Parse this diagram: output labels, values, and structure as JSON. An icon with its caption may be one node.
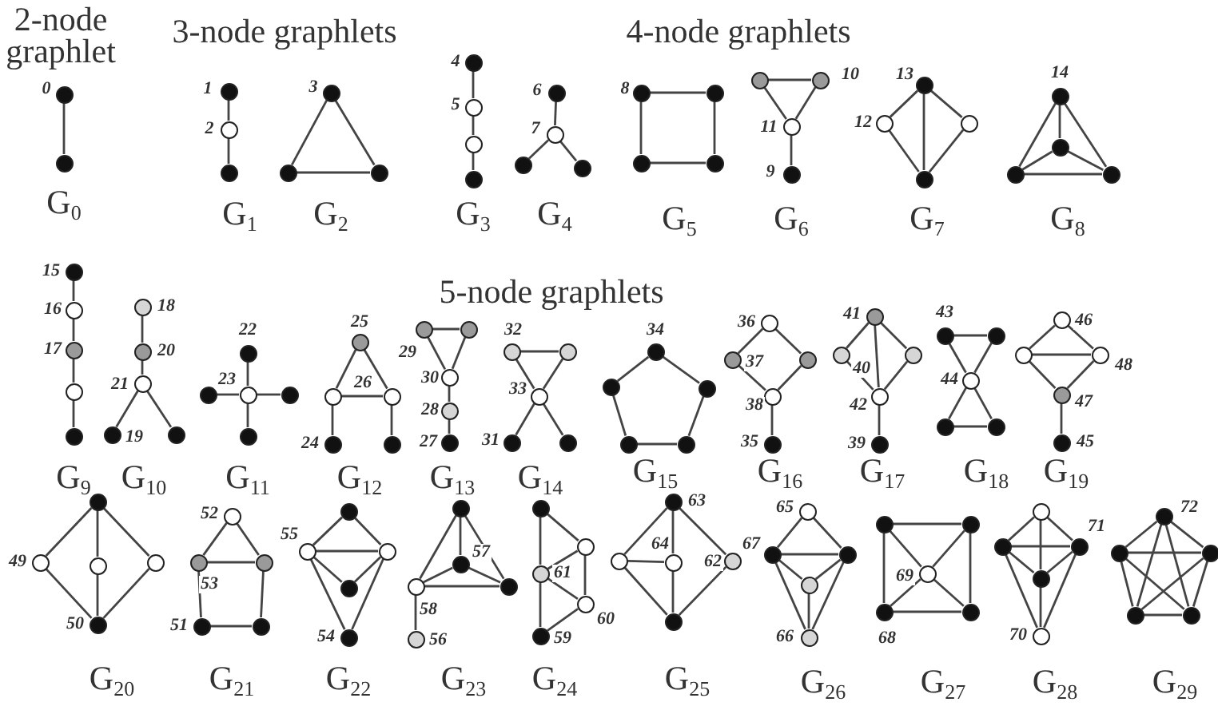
{
  "diagram": {
    "nodes": [
      {
        "text": [],
        "shape": "circle",
        "beside": [
          "0"
        ]
      },
      {
        "text": [],
        "shape": "circle"
      },
      {
        "text": [],
        "shape": "circle",
        "beside": [
          "1"
        ]
      },
      {
        "text": [],
        "shape": "circle",
        "beside": [
          "2"
        ]
      },
      {
        "text": [],
        "shape": "circle"
      },
      {
        "text": [],
        "shape": "circle",
        "beside": [
          "3"
        ]
      },
      {
        "text": [],
        "shape": "circle"
      },
      {
        "text": [],
        "shape": "circle"
      },
      {
        "text": [],
        "shape": "circle",
        "beside": [
          "4"
        ]
      },
      {
        "text": [],
        "shape": "circle",
        "beside": [
          "5"
        ]
      },
      {
        "text": [],
        "shape": "circle"
      },
      {
        "text": [],
        "shape": "circle"
      },
      {
        "text": [],
        "shape": "circle",
        "beside": [
          "6"
        ]
      },
      {
        "text": [],
        "shape": "circle",
        "beside": [
          "7"
        ]
      },
      {
        "text": [],
        "shape": "circle"
      },
      {
        "text": [],
        "shape": "circle"
      },
      {
        "text": [],
        "shape": "circle",
        "beside": [
          "8"
        ]
      },
      {
        "text": [],
        "shape": "circle"
      },
      {
        "text": [],
        "shape": "circle"
      },
      {
        "text": [],
        "shape": "circle"
      },
      {
        "text": [],
        "shape": "circle"
      },
      {
        "text": [],
        "shape": "circle",
        "beside": [
          "10"
        ]
      },
      {
        "text": [],
        "shape": "circle",
        "beside": [
          "11"
        ]
      },
      {
        "text": [],
        "shape": "circle",
        "beside": [
          "9"
        ]
      },
      {
        "text": [],
        "shape": "circle",
        "beside": [
          "13"
        ]
      },
      {
        "text": [],
        "shape": "circle",
        "beside": [
          "12"
        ]
      },
      {
        "text": [],
        "shape": "circle"
      },
      {
        "text": [],
        "shape": "circle"
      },
      {
        "text": [],
        "shape": "circle",
        "beside": [
          "14"
        ]
      },
      {
        "text": [],
        "shape": "circle"
      },
      {
        "text": [],
        "shape": "circle"
      },
      {
        "text": [],
        "shape": "circle"
      },
      {
        "text": [],
        "shape": "circle",
        "beside": [
          "15"
        ]
      },
      {
        "text": [],
        "shape": "circle",
        "beside": [
          "16"
        ]
      },
      {
        "text": [],
        "shape": "circle",
        "beside": [
          "17"
        ]
      },
      {
        "text": [],
        "shape": "circle"
      },
      {
        "text": [],
        "shape": "circle"
      },
      {
        "text": [],
        "shape": "circle",
        "beside": [
          "18"
        ]
      },
      {
        "text": [],
        "shape": "circle",
        "beside": [
          "20"
        ]
      },
      {
        "text": [],
        "shape": "circle",
        "beside": [
          "21"
        ]
      },
      {
        "text": [],
        "shape": "circle",
        "beside": [
          "19"
        ]
      },
      {
        "text": [],
        "shape": "circle"
      },
      {
        "text": [],
        "shape": "circle",
        "beside": [
          "22"
        ]
      },
      {
        "text": [],
        "shape": "circle",
        "beside": [
          "23"
        ]
      },
      {
        "text": [],
        "shape": "circle"
      },
      {
        "text": [],
        "shape": "circle"
      },
      {
        "text": [],
        "shape": "circle"
      },
      {
        "text": [],
        "shape": "circle",
        "beside": [
          "25"
        ]
      },
      {
        "text": [],
        "shape": "circle",
        "beside": [
          "26"
        ]
      },
      {
        "text": [],
        "shape": "circle"
      },
      {
        "text": [],
        "shape": "circle",
        "beside": [
          "24"
        ]
      },
      {
        "text": [],
        "shape": "circle"
      },
      {
        "text": [],
        "shape": "circle",
        "beside": [
          "29"
        ]
      },
      {
        "text": [],
        "shape": "circle"
      },
      {
        "text": [],
        "shape": "circle",
        "beside": [
          "30"
        ]
      },
      {
        "text": [],
        "shape": "circle",
        "beside": [
          "28"
        ]
      },
      {
        "text": [],
        "shape": "circle",
        "beside": [
          "27"
        ]
      },
      {
        "text": [],
        "shape": "circle",
        "beside": [
          "32"
        ]
      },
      {
        "text": [],
        "shape": "circle"
      },
      {
        "text": [],
        "shape": "circle",
        "beside": [
          "33"
        ]
      },
      {
        "text": [],
        "shape": "circle",
        "beside": [
          "31"
        ]
      },
      {
        "text": [],
        "shape": "circle"
      },
      {
        "text": [],
        "shape": "circle",
        "beside": [
          "34"
        ]
      },
      {
        "text": [],
        "shape": "circle"
      },
      {
        "text": [],
        "shape": "circle"
      },
      {
        "text": [],
        "shape": "circle"
      },
      {
        "text": [],
        "shape": "circle"
      },
      {
        "text": [],
        "shape": "circle",
        "beside": [
          "36"
        ]
      },
      {
        "text": [],
        "shape": "circle",
        "beside": [
          "37"
        ]
      },
      {
        "text": [],
        "shape": "circle"
      },
      {
        "text": [],
        "shape": "circle",
        "beside": [
          "38"
        ]
      },
      {
        "text": [],
        "shape": "circle",
        "beside": [
          "35"
        ]
      },
      {
        "text": [],
        "shape": "circle",
        "beside": [
          "41"
        ]
      },
      {
        "text": [],
        "shape": "circle",
        "beside": [
          "40"
        ]
      },
      {
        "text": [],
        "shape": "circle"
      },
      {
        "text": [],
        "shape": "circle",
        "beside": [
          "42"
        ]
      },
      {
        "text": [],
        "shape": "circle",
        "beside": [
          "39"
        ]
      },
      {
        "text": [],
        "shape": "circle",
        "beside": [
          "43"
        ]
      },
      {
        "text": [],
        "shape": "circle"
      },
      {
        "text": [],
        "shape": "circle",
        "beside": [
          "44"
        ]
      },
      {
        "text": [],
        "shape": "circle"
      },
      {
        "text": [],
        "shape": "circle"
      },
      {
        "text": [],
        "shape": "circle",
        "beside": [
          "46"
        ]
      },
      {
        "text": [],
        "shape": "circle"
      },
      {
        "text": [],
        "shape": "circle",
        "beside": [
          "48"
        ]
      },
      {
        "text": [],
        "shape": "circle",
        "beside": [
          "47"
        ]
      },
      {
        "text": [],
        "shape": "circle",
        "beside": [
          "45"
        ]
      },
      {
        "text": [],
        "shape": "circle"
      },
      {
        "text": [],
        "shape": "circle",
        "beside": [
          "49"
        ]
      },
      {
        "text": [],
        "shape": "circle"
      },
      {
        "text": [],
        "shape": "circle"
      },
      {
        "text": [],
        "shape": "circle",
        "beside": [
          "50"
        ]
      },
      {
        "text": [],
        "shape": "circle",
        "beside": [
          "52"
        ]
      },
      {
        "text": [],
        "shape": "circle",
        "beside": [
          "53"
        ]
      },
      {
        "text": [],
        "shape": "circle"
      },
      {
        "text": [],
        "shape": "circle",
        "beside": [
          "51"
        ]
      },
      {
        "text": [],
        "shape": "circle"
      },
      {
        "text": [],
        "shape": "circle"
      },
      {
        "text": [],
        "shape": "circle",
        "beside": [
          "55"
        ]
      },
      {
        "text": [],
        "shape": "circle"
      },
      {
        "text": [],
        "shape": "circle"
      },
      {
        "text": [],
        "shape": "circle",
        "beside": [
          "54"
        ]
      },
      {
        "text": [],
        "shape": "circle"
      },
      {
        "text": [],
        "shape": "circle",
        "beside": [
          "57"
        ]
      },
      {
        "text": [],
        "shape": "circle",
        "beside": [
          "58"
        ]
      },
      {
        "text": [],
        "shape": "circle"
      },
      {
        "text": [],
        "shape": "circle",
        "beside": [
          "56"
        ]
      },
      {
        "text": [],
        "shape": "circle"
      },
      {
        "text": [],
        "shape": "circle"
      },
      {
        "text": [],
        "shape": "circle",
        "beside": [
          "61"
        ]
      },
      {
        "text": [],
        "shape": "circle",
        "beside": [
          "60"
        ]
      },
      {
        "text": [],
        "shape": "circle",
        "beside": [
          "59"
        ]
      },
      {
        "text": [],
        "shape": "circle",
        "beside": [
          "63"
        ]
      },
      {
        "text": [],
        "shape": "circle"
      },
      {
        "text": [],
        "shape": "circle",
        "beside": [
          "64"
        ]
      },
      {
        "text": [],
        "shape": "circle",
        "beside": [
          "62"
        ]
      },
      {
        "text": [],
        "shape": "circle"
      },
      {
        "text": [],
        "shape": "circle",
        "beside": [
          "65"
        ]
      },
      {
        "text": [],
        "shape": "circle",
        "beside": [
          "67"
        ]
      },
      {
        "text": [],
        "shape": "circle"
      },
      {
        "text": [],
        "shape": "circle"
      },
      {
        "text": [],
        "shape": "circle",
        "beside": [
          "66"
        ]
      },
      {
        "text": [],
        "shape": "circle"
      },
      {
        "text": [],
        "shape": "circle"
      },
      {
        "text": [],
        "shape": "circle",
        "beside": [
          "69"
        ]
      },
      {
        "text": [],
        "shape": "circle",
        "beside": [
          "68"
        ]
      },
      {
        "text": [],
        "shape": "circle"
      },
      {
        "text": [],
        "shape": "circle"
      },
      {
        "text": [],
        "shape": "circle"
      },
      {
        "text": [],
        "shape": "circle",
        "beside": [
          "71"
        ]
      },
      {
        "text": [],
        "shape": "circle"
      },
      {
        "text": [],
        "shape": "circle",
        "beside": [
          "70"
        ]
      },
      {
        "text": [],
        "shape": "circle",
        "beside": [
          "72"
        ]
      },
      {
        "text": [],
        "shape": "circle"
      },
      {
        "text": [],
        "shape": "circle"
      },
      {
        "text": [],
        "shape": "circle"
      },
      {
        "text": [],
        "shape": "circle"
      }
    ],
    "edges": [
      {
        "from": 0,
        "to": 1,
        "arrow": "none"
      },
      {
        "from": 2,
        "to": 3,
        "arrow": "none"
      },
      {
        "from": 3,
        "to": 4,
        "arrow": "none"
      },
      {
        "from": 5,
        "to": 6,
        "arrow": "none"
      },
      {
        "from": 6,
        "to": 7,
        "arrow": "none"
      },
      {
        "from": 7,
        "to": 5,
        "arrow": "none"
      },
      {
        "from": 8,
        "to": 9,
        "arrow": "none"
      },
      {
        "from": 9,
        "to": 10,
        "arrow": "none"
      },
      {
        "from": 10,
        "to": 11,
        "arrow": "none"
      },
      {
        "from": 13,
        "to": 12,
        "arrow": "none"
      },
      {
        "from": 13,
        "to": 14,
        "arrow": "none"
      },
      {
        "from": 13,
        "to": 15,
        "arrow": "none"
      },
      {
        "from": 16,
        "to": 17,
        "arrow": "none"
      },
      {
        "from": 17,
        "to": 19,
        "arrow": "none"
      },
      {
        "from": 19,
        "to": 18,
        "arrow": "none"
      },
      {
        "from": 18,
        "to": 16,
        "arrow": "none"
      },
      {
        "from": 20,
        "to": 21,
        "arrow": "none"
      },
      {
        "from": 20,
        "to": 22,
        "arrow": "none"
      },
      {
        "from": 21,
        "to": 22,
        "arrow": "none"
      },
      {
        "from": 22,
        "to": 23,
        "arrow": "none"
      },
      {
        "from": 24,
        "to": 25,
        "arrow": "none"
      },
      {
        "from": 24,
        "to": 26,
        "arrow": "none"
      },
      {
        "from": 24,
        "to": 27,
        "arrow": "none"
      },
      {
        "from": 25,
        "to": 27,
        "arrow": "none"
      },
      {
        "from": 26,
        "to": 27,
        "arrow": "none"
      },
      {
        "from": 28,
        "to": 29,
        "arrow": "none"
      },
      {
        "from": 28,
        "to": 30,
        "arrow": "none"
      },
      {
        "from": 28,
        "to": 31,
        "arrow": "none"
      },
      {
        "from": 29,
        "to": 30,
        "arrow": "none"
      },
      {
        "from": 29,
        "to": 31,
        "arrow": "none"
      },
      {
        "from": 30,
        "to": 31,
        "arrow": "none"
      },
      {
        "from": 32,
        "to": 33,
        "arrow": "none"
      },
      {
        "from": 33,
        "to": 34,
        "arrow": "none"
      },
      {
        "from": 34,
        "to": 35,
        "arrow": "none"
      },
      {
        "from": 35,
        "to": 36,
        "arrow": "none"
      },
      {
        "from": 37,
        "to": 38,
        "arrow": "none"
      },
      {
        "from": 38,
        "to": 39,
        "arrow": "none"
      },
      {
        "from": 39,
        "to": 40,
        "arrow": "none"
      },
      {
        "from": 39,
        "to": 41,
        "arrow": "none"
      },
      {
        "from": 43,
        "to": 42,
        "arrow": "none"
      },
      {
        "from": 43,
        "to": 44,
        "arrow": "none"
      },
      {
        "from": 43,
        "to": 45,
        "arrow": "none"
      },
      {
        "from": 43,
        "to": 46,
        "arrow": "none"
      },
      {
        "from": 47,
        "to": 48,
        "arrow": "none"
      },
      {
        "from": 47,
        "to": 49,
        "arrow": "none"
      },
      {
        "from": 48,
        "to": 49,
        "arrow": "none"
      },
      {
        "from": 48,
        "to": 50,
        "arrow": "none"
      },
      {
        "from": 49,
        "to": 51,
        "arrow": "none"
      },
      {
        "from": 52,
        "to": 53,
        "arrow": "none"
      },
      {
        "from": 52,
        "to": 54,
        "arrow": "none"
      },
      {
        "from": 53,
        "to": 54,
        "arrow": "none"
      },
      {
        "from": 54,
        "to": 55,
        "arrow": "none"
      },
      {
        "from": 55,
        "to": 56,
        "arrow": "none"
      },
      {
        "from": 57,
        "to": 58,
        "arrow": "none"
      },
      {
        "from": 57,
        "to": 59,
        "arrow": "none"
      },
      {
        "from": 58,
        "to": 59,
        "arrow": "none"
      },
      {
        "from": 59,
        "to": 60,
        "arrow": "none"
      },
      {
        "from": 59,
        "to": 61,
        "arrow": "none"
      },
      {
        "from": 62,
        "to": 64,
        "arrow": "none"
      },
      {
        "from": 64,
        "to": 66,
        "arrow": "none"
      },
      {
        "from": 66,
        "to": 65,
        "arrow": "none"
      },
      {
        "from": 65,
        "to": 63,
        "arrow": "none"
      },
      {
        "from": 63,
        "to": 62,
        "arrow": "none"
      },
      {
        "from": 67,
        "to": 68,
        "arrow": "none"
      },
      {
        "from": 67,
        "to": 69,
        "arrow": "none"
      },
      {
        "from": 68,
        "to": 70,
        "arrow": "none"
      },
      {
        "from": 69,
        "to": 70,
        "arrow": "none"
      },
      {
        "from": 70,
        "to": 71,
        "arrow": "none"
      },
      {
        "from": 72,
        "to": 73,
        "arrow": "none"
      },
      {
        "from": 72,
        "to": 74,
        "arrow": "none"
      },
      {
        "from": 72,
        "to": 75,
        "arrow": "none"
      },
      {
        "from": 73,
        "to": 75,
        "arrow": "none"
      },
      {
        "from": 74,
        "to": 75,
        "arrow": "none"
      },
      {
        "from": 75,
        "to": 76,
        "arrow": "none"
      },
      {
        "from": 77,
        "to": 78,
        "arrow": "none"
      },
      {
        "from": 77,
        "to": 79,
        "arrow": "none"
      },
      {
        "from": 78,
        "to": 79,
        "arrow": "none"
      },
      {
        "from": 79,
        "to": 80,
        "arrow": "none"
      },
      {
        "from": 79,
        "to": 81,
        "arrow": "none"
      },
      {
        "from": 80,
        "to": 81,
        "arrow": "none"
      },
      {
        "from": 82,
        "to": 83,
        "arrow": "none"
      },
      {
        "from": 82,
        "to": 84,
        "arrow": "none"
      },
      {
        "from": 83,
        "to": 84,
        "arrow": "none"
      },
      {
        "from": 83,
        "to": 85,
        "arrow": "none"
      },
      {
        "from": 84,
        "to": 85,
        "arrow": "none"
      },
      {
        "from": 85,
        "to": 86,
        "arrow": "none"
      },
      {
        "from": 87,
        "to": 88,
        "arrow": "none"
      },
      {
        "from": 87,
        "to": 89,
        "arrow": "none"
      },
      {
        "from": 87,
        "to": 90,
        "arrow": "none"
      },
      {
        "from": 88,
        "to": 91,
        "arrow": "none"
      },
      {
        "from": 89,
        "to": 91,
        "arrow": "none"
      },
      {
        "from": 90,
        "to": 91,
        "arrow": "none"
      },
      {
        "from": 92,
        "to": 93,
        "arrow": "none"
      },
      {
        "from": 92,
        "to": 94,
        "arrow": "none"
      },
      {
        "from": 93,
        "to": 94,
        "arrow": "none"
      },
      {
        "from": 93,
        "to": 95,
        "arrow": "none"
      },
      {
        "from": 94,
        "to": 96,
        "arrow": "none"
      },
      {
        "from": 95,
        "to": 96,
        "arrow": "none"
      },
      {
        "from": 97,
        "to": 98,
        "arrow": "none"
      },
      {
        "from": 97,
        "to": 99,
        "arrow": "none"
      },
      {
        "from": 98,
        "to": 99,
        "arrow": "none"
      },
      {
        "from": 98,
        "to": 100,
        "arrow": "none"
      },
      {
        "from": 99,
        "to": 100,
        "arrow": "none"
      },
      {
        "from": 98,
        "to": 101,
        "arrow": "none"
      },
      {
        "from": 99,
        "to": 101,
        "arrow": "none"
      },
      {
        "from": 102,
        "to": 103,
        "arrow": "none"
      },
      {
        "from": 102,
        "to": 104,
        "arrow": "none"
      },
      {
        "from": 102,
        "to": 105,
        "arrow": "none"
      },
      {
        "from": 103,
        "to": 104,
        "arrow": "none"
      },
      {
        "from": 103,
        "to": 105,
        "arrow": "none"
      },
      {
        "from": 104,
        "to": 105,
        "arrow": "none"
      },
      {
        "from": 104,
        "to": 106,
        "arrow": "none"
      },
      {
        "from": 107,
        "to": 108,
        "arrow": "none"
      },
      {
        "from": 107,
        "to": 109,
        "arrow": "none"
      },
      {
        "from": 108,
        "to": 109,
        "arrow": "none"
      },
      {
        "from": 108,
        "to": 110,
        "arrow": "none"
      },
      {
        "from": 109,
        "to": 110,
        "arrow": "none"
      },
      {
        "from": 109,
        "to": 111,
        "arrow": "none"
      },
      {
        "from": 110,
        "to": 111,
        "arrow": "none"
      },
      {
        "from": 112,
        "to": 113,
        "arrow": "none"
      },
      {
        "from": 112,
        "to": 115,
        "arrow": "none"
      },
      {
        "from": 113,
        "to": 114,
        "arrow": "none"
      },
      {
        "from": 113,
        "to": 116,
        "arrow": "none"
      },
      {
        "from": 115,
        "to": 116,
        "arrow": "none"
      },
      {
        "from": 112,
        "to": 114,
        "arrow": "none"
      },
      {
        "from": 114,
        "to": 116,
        "arrow": "none"
      },
      {
        "from": 117,
        "to": 118,
        "arrow": "none"
      },
      {
        "from": 117,
        "to": 119,
        "arrow": "none"
      },
      {
        "from": 118,
        "to": 119,
        "arrow": "none"
      },
      {
        "from": 118,
        "to": 120,
        "arrow": "none"
      },
      {
        "from": 119,
        "to": 120,
        "arrow": "none"
      },
      {
        "from": 118,
        "to": 121,
        "arrow": "none"
      },
      {
        "from": 119,
        "to": 121,
        "arrow": "none"
      },
      {
        "from": 120,
        "to": 121,
        "arrow": "none"
      },
      {
        "from": 122,
        "to": 123,
        "arrow": "none"
      },
      {
        "from": 122,
        "to": 125,
        "arrow": "none"
      },
      {
        "from": 123,
        "to": 126,
        "arrow": "none"
      },
      {
        "from": 125,
        "to": 126,
        "arrow": "none"
      },
      {
        "from": 122,
        "to": 124,
        "arrow": "none"
      },
      {
        "from": 124,
        "to": 126,
        "arrow": "none"
      },
      {
        "from": 123,
        "to": 124,
        "arrow": "none"
      },
      {
        "from": 124,
        "to": 125,
        "arrow": "none"
      },
      {
        "from": 127,
        "to": 128,
        "arrow": "none"
      },
      {
        "from": 127,
        "to": 129,
        "arrow": "none"
      },
      {
        "from": 128,
        "to": 129,
        "arrow": "none"
      },
      {
        "from": 127,
        "to": 130,
        "arrow": "none"
      },
      {
        "from": 130,
        "to": 131,
        "arrow": "none"
      },
      {
        "from": 128,
        "to": 130,
        "arrow": "none"
      },
      {
        "from": 129,
        "to": 130,
        "arrow": "none"
      },
      {
        "from": 128,
        "to": 131,
        "arrow": "none"
      },
      {
        "from": 129,
        "to": 131,
        "arrow": "none"
      },
      {
        "from": 132,
        "to": 133,
        "arrow": "none"
      },
      {
        "from": 132,
        "to": 134,
        "arrow": "none"
      },
      {
        "from": 132,
        "to": 135,
        "arrow": "none"
      },
      {
        "from": 132,
        "to": 136,
        "arrow": "none"
      },
      {
        "from": 133,
        "to": 134,
        "arrow": "none"
      },
      {
        "from": 133,
        "to": 135,
        "arrow": "none"
      },
      {
        "from": 133,
        "to": 136,
        "arrow": "none"
      },
      {
        "from": 134,
        "to": 135,
        "arrow": "none"
      },
      {
        "from": 134,
        "to": 136,
        "arrow": "none"
      },
      {
        "from": 135,
        "to": 136,
        "arrow": "none"
      }
    ],
    "labels": [
      "2-node graphlet",
      "3-node graphlets",
      "4-node graphlets",
      "G$_{0}$",
      "G$_{1}$",
      "G$_{2}$",
      "G$_{3}$",
      "G$_{4}$",
      "G$_{5}$",
      "G$_{6}$",
      "G$_{7}$",
      "G$_{8}$",
      "5-node graphlets",
      "G$_{9}$",
      "G$_{10}$",
      "G$_{11}$",
      "G$_{12}$",
      "G$_{13}$",
      "G$_{14}$",
      "G$_{15}$",
      "G$_{16}$",
      "G$_{17}$",
      "G$_{18}$",
      "G$_{19}$",
      "G$_{20}$",
      "G$_{21}$",
      "G$_{22}$",
      "G$_{23}$",
      "G$_{24}$",
      "G$_{25}$",
      "G$_{26}$",
      "G$_{27}$",
      "G$_{28}$",
      "G$_{29}$"
    ]
  }
}
